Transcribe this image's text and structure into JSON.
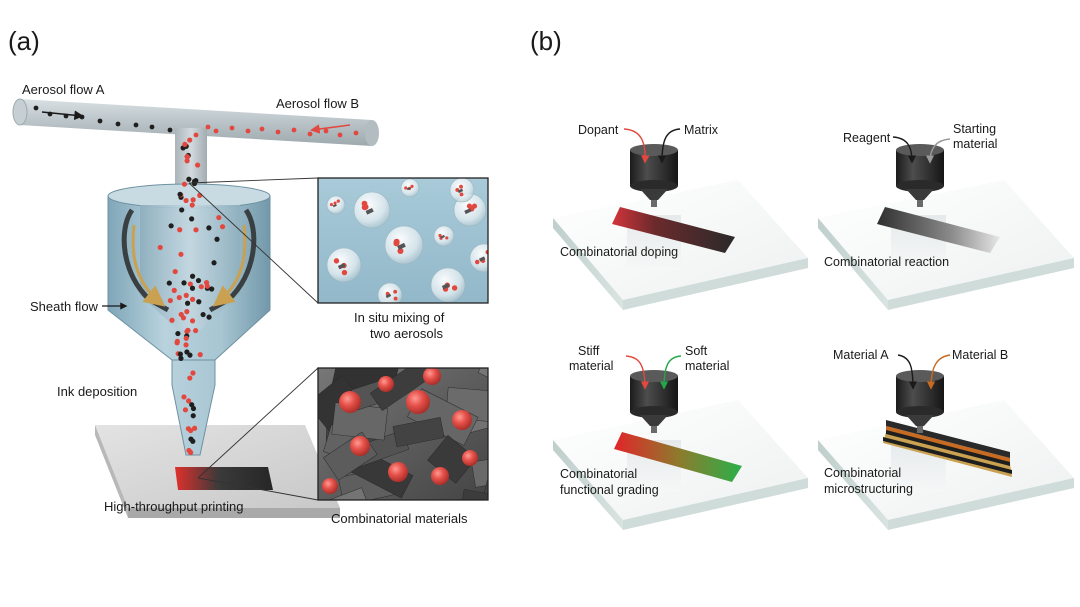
{
  "panel_a": {
    "label": "(a)",
    "aerosol_flow_a": "Aerosol flow A",
    "aerosol_flow_b": "Aerosol flow B",
    "sheath_flow": "Sheath flow",
    "ink_deposition": "Ink deposition",
    "high_throughput_printing": "High-throughput printing",
    "mixing_line1": "In situ mixing of",
    "mixing_line2": "two aerosols",
    "combinatorial_materials": "Combinatorial materials"
  },
  "panel_b": {
    "label": "(b)",
    "doping": {
      "input1": "Dopant",
      "input2": "Matrix",
      "caption": "Combinatorial doping"
    },
    "reaction": {
      "input1": "Reagent",
      "input2_line1": "Starting",
      "input2_line2": "material",
      "caption": "Combinatorial reaction"
    },
    "grading": {
      "input1_line1": "Stiff",
      "input1_line2": "material",
      "input2_line1": "Soft",
      "input2_line2": "material",
      "caption_line1": "Combinatorial",
      "caption_line2": "functional grading"
    },
    "microstructuring": {
      "input1": "Material A",
      "input2": "Material B",
      "caption_line1": "Combinatorial",
      "caption_line2": "microstructuring"
    }
  },
  "colors": {
    "particle_red": "#e2483f",
    "particle_black": "#1f1f1f",
    "tube_blue": "#a9c6d3",
    "sheath_gold": "#c9a150"
  }
}
